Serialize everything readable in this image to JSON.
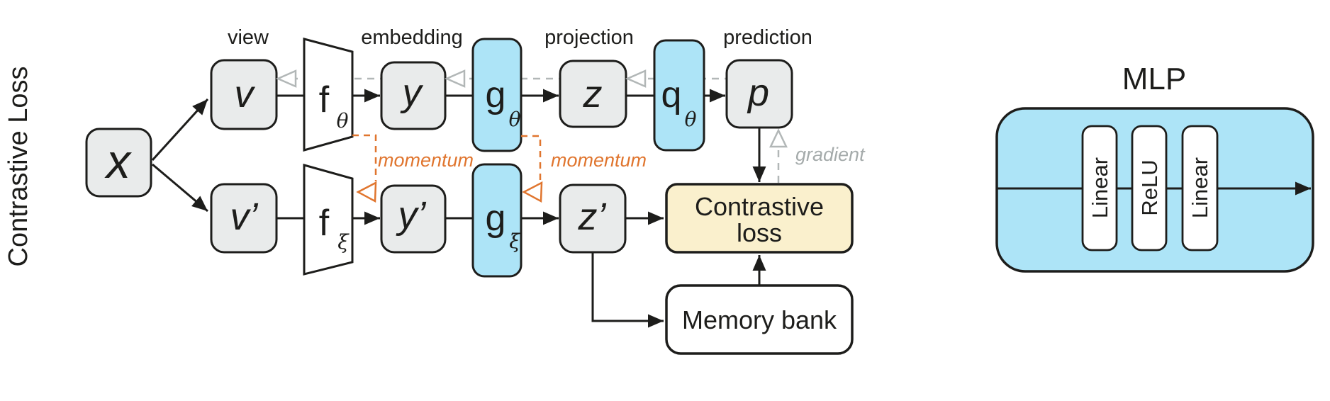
{
  "side_label": "Contrastive Loss",
  "stages": {
    "view": "view",
    "embedding": "embedding",
    "projection": "projection",
    "prediction": "prediction"
  },
  "nodes": {
    "x": "x",
    "v": "v",
    "v_prime": "v’",
    "y": "y",
    "y_prime": "y’",
    "z": "z",
    "z_prime": "z’",
    "p": "p",
    "f": "f",
    "g": "g",
    "q": "q",
    "theta": "θ",
    "xi": "ξ"
  },
  "loss_box": {
    "line1": "Contrastive",
    "line2": "loss"
  },
  "memory_box": {
    "label": "Memory bank"
  },
  "annotations": {
    "momentum_left": "momentum",
    "momentum_right": "momentum",
    "gradient": "gradient"
  },
  "mlp": {
    "title": "MLP",
    "layers": [
      "Linear",
      "ReLU",
      "Linear"
    ]
  },
  "colors": {
    "node_fill": "#e9ebeb",
    "mlp_blue": "#ade4f7",
    "loss_tan": "#faf0cd",
    "outline": "#1d1d1b",
    "momentum_orange": "#e0752e",
    "gradient_gray": "#b2b7b7",
    "gradient_text_gray": "#a5abab",
    "background": "#ffffff"
  }
}
